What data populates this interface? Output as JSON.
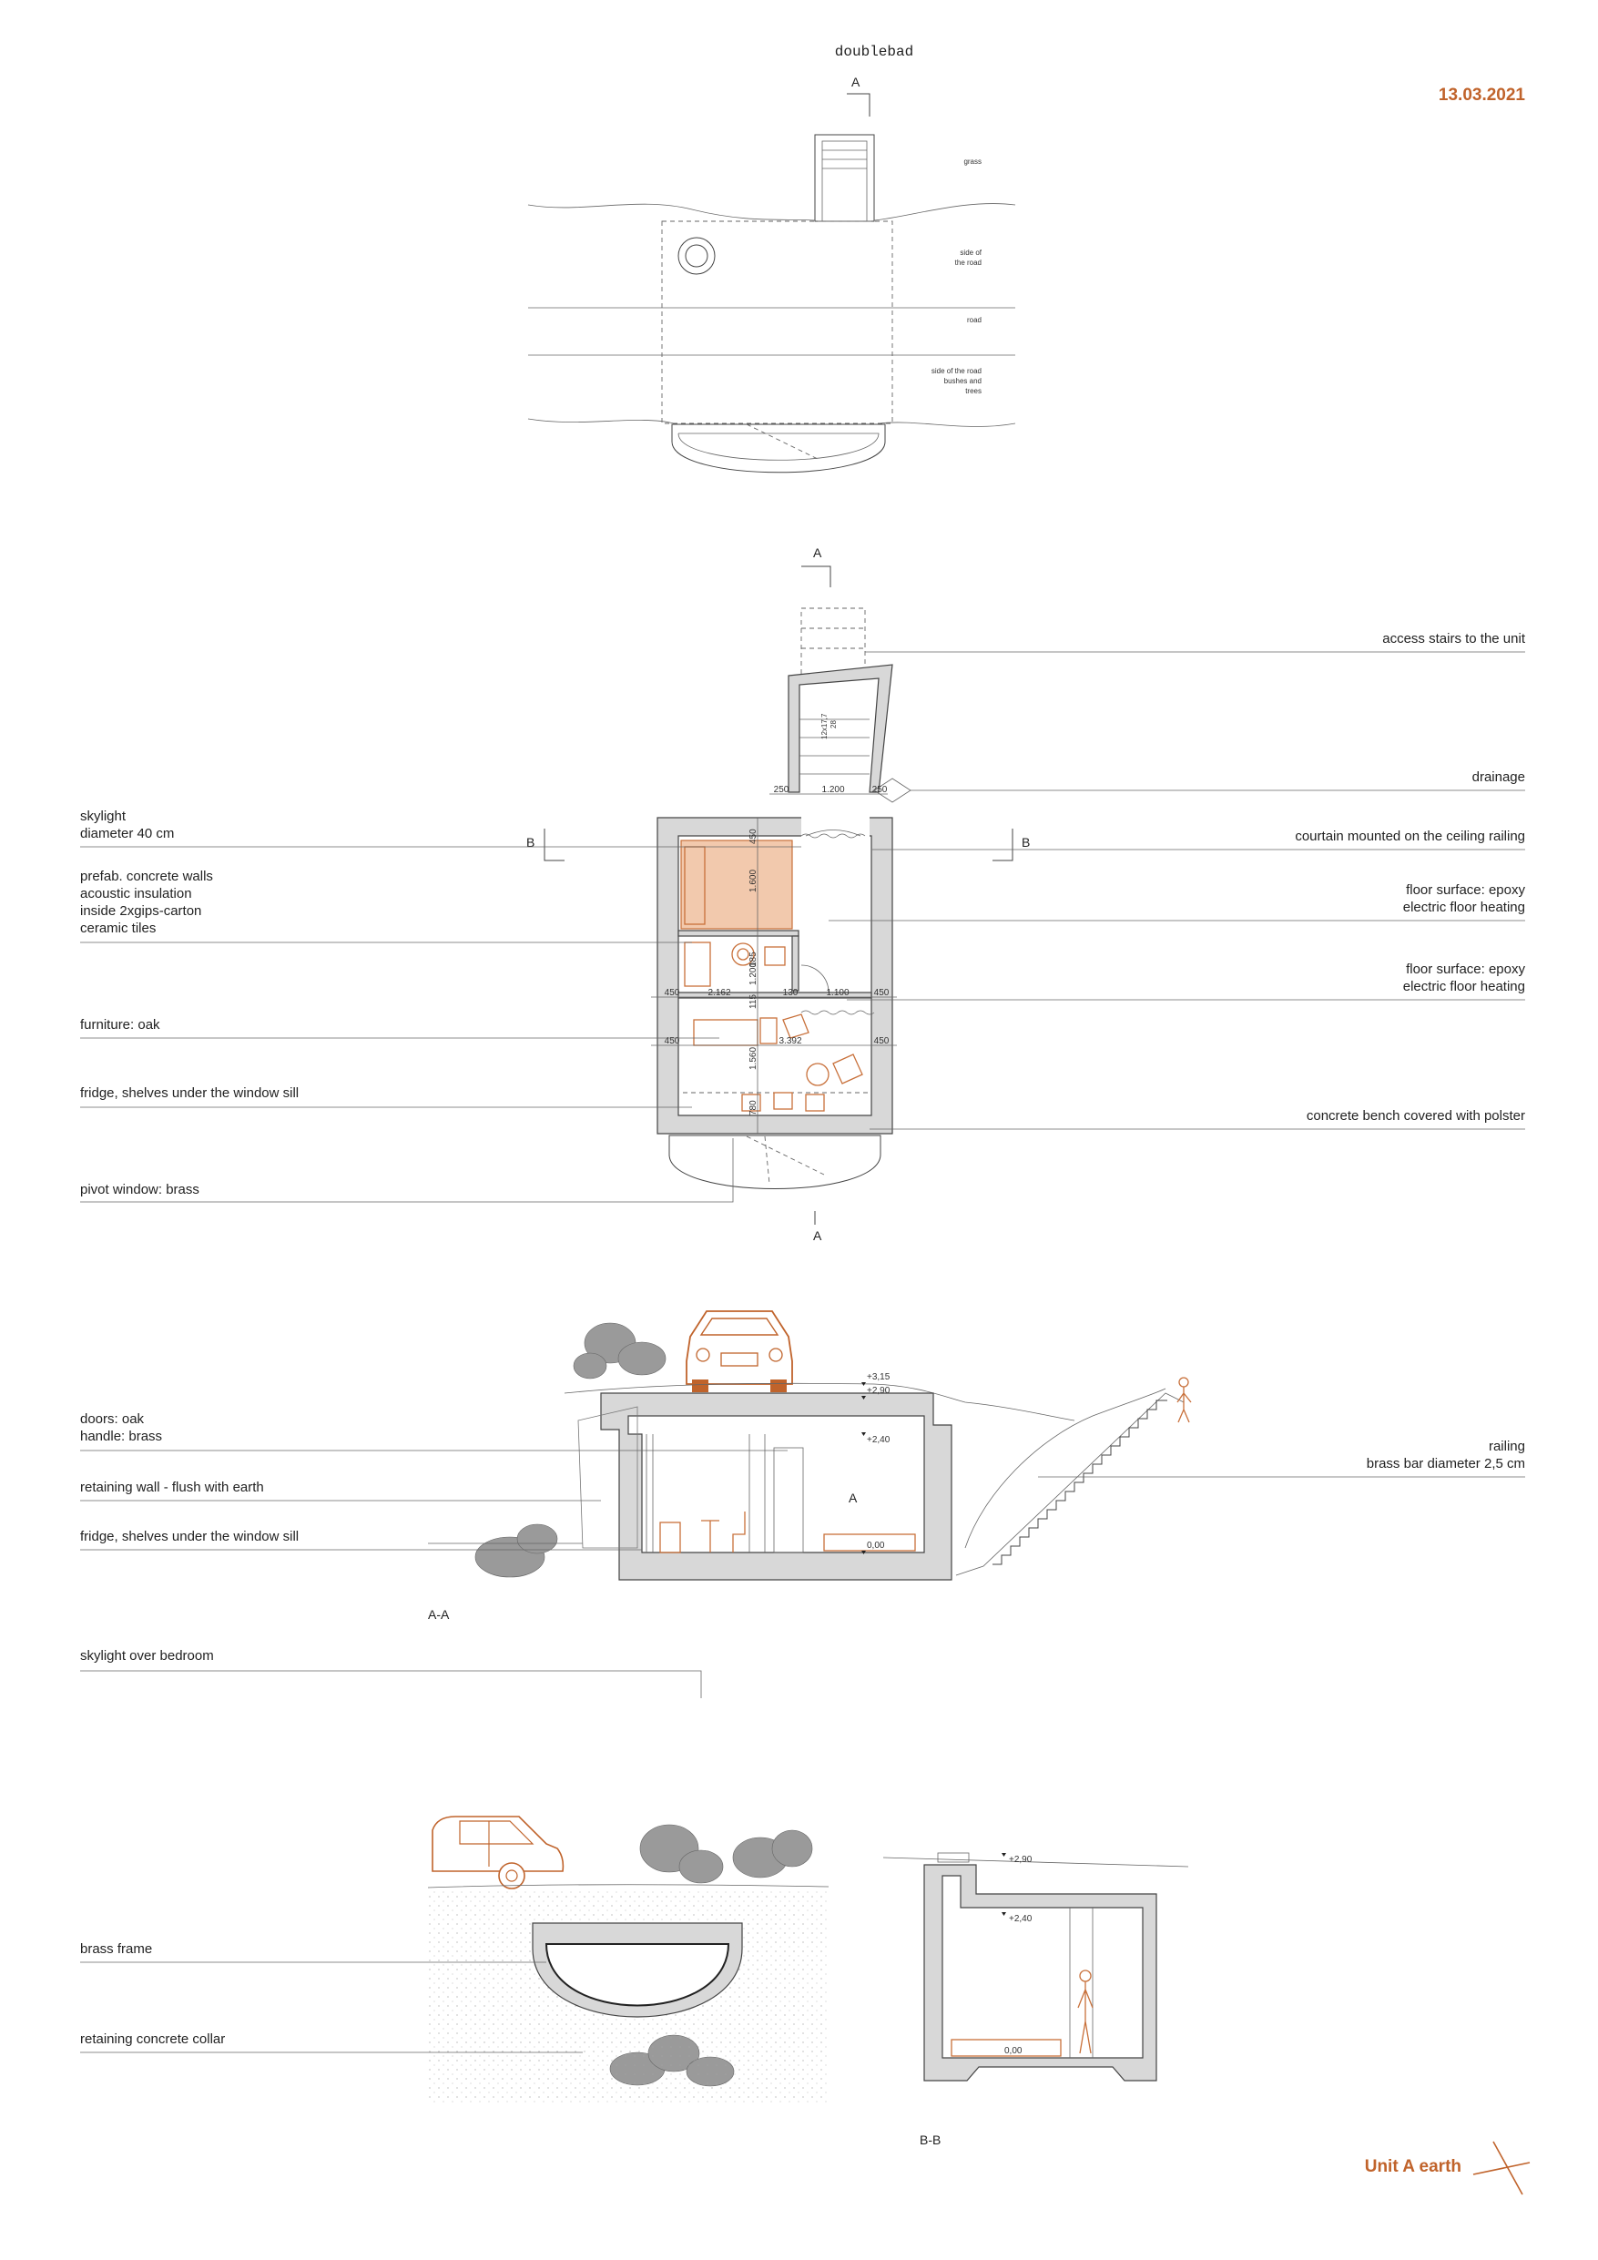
{
  "header": {
    "title": "doublebad",
    "date": "13.03.2021"
  },
  "site_plan": {
    "section_mark": "A",
    "labels": {
      "grass": "grass",
      "side_road_1": "side of",
      "side_road_2": "the road",
      "road": "road",
      "side_bushes_1": "side of the road",
      "side_bushes_2": "bushes and",
      "side_bushes_3": "trees"
    }
  },
  "floor_plan": {
    "section_marks": {
      "a_top": "A",
      "a_bottom": "A",
      "b_left": "B",
      "b_right": "B"
    },
    "left_labels": {
      "skylight_1": "skylight",
      "skylight_2": "diameter 40 cm",
      "walls_1": "prefab. concrete walls",
      "walls_2": "acoustic insulation",
      "walls_3": "inside 2xgips-carton",
      "walls_4": "ceramic tiles",
      "furniture": "furniture: oak",
      "fridge": "fridge, shelves under the window sill",
      "window": "pivot window: brass"
    },
    "right_labels": {
      "stairs": "access stairs to the unit",
      "drainage": "drainage",
      "curtain": "courtain mounted on the ceiling railing",
      "floor1_1": "floor surface: epoxy",
      "floor1_2": "electric floor heating",
      "floor2_1": "floor surface: epoxy",
      "floor2_2": "electric floor heating",
      "bench": "concrete bench covered with polster"
    },
    "dimensions": {
      "d250a": "250",
      "d1200a": "1.200",
      "d250b": "250",
      "d450a": "450",
      "d1600": "1.600",
      "d450b": "450",
      "d2162": "2.162",
      "d130": "130",
      "d1100": "1.100",
      "d450c": "450",
      "d1200b": "1.200",
      "d115": "115",
      "d185": "185",
      "d450d": "450",
      "d3392": "3.392",
      "d450e": "450",
      "d1560": "1.560",
      "d780": "780",
      "stairs_dim1": "12x17,7",
      "stairs_dim2": "28"
    }
  },
  "section_aa": {
    "name": "A-A",
    "room_mark": "A",
    "levels": {
      "l315": "+3,15",
      "l290": "+2,90",
      "l240": "+2,40",
      "l000": "0,00"
    },
    "left_labels": {
      "doors_1": "doors: oak",
      "doors_2": "handle: brass",
      "retaining": "retaining wall - flush with earth",
      "fridge": "fridge, shelves under the window sill",
      "skylight": "skylight over bedroom"
    },
    "right_labels": {
      "railing_1": "railing",
      "railing_2": "brass bar diameter 2,5 cm"
    }
  },
  "skylight_section": {
    "labels": {
      "frame": "brass frame",
      "collar": "retaining concrete collar"
    }
  },
  "section_bb": {
    "name": "B-B",
    "levels": {
      "l290": "+2,90",
      "l240": "+2,40",
      "l000": "0,00"
    }
  },
  "footer": {
    "unit": "Unit A earth"
  },
  "colors": {
    "accent": "#c0632b",
    "fill_light": "#f2c9ad",
    "wall": "#d8d8d8"
  }
}
